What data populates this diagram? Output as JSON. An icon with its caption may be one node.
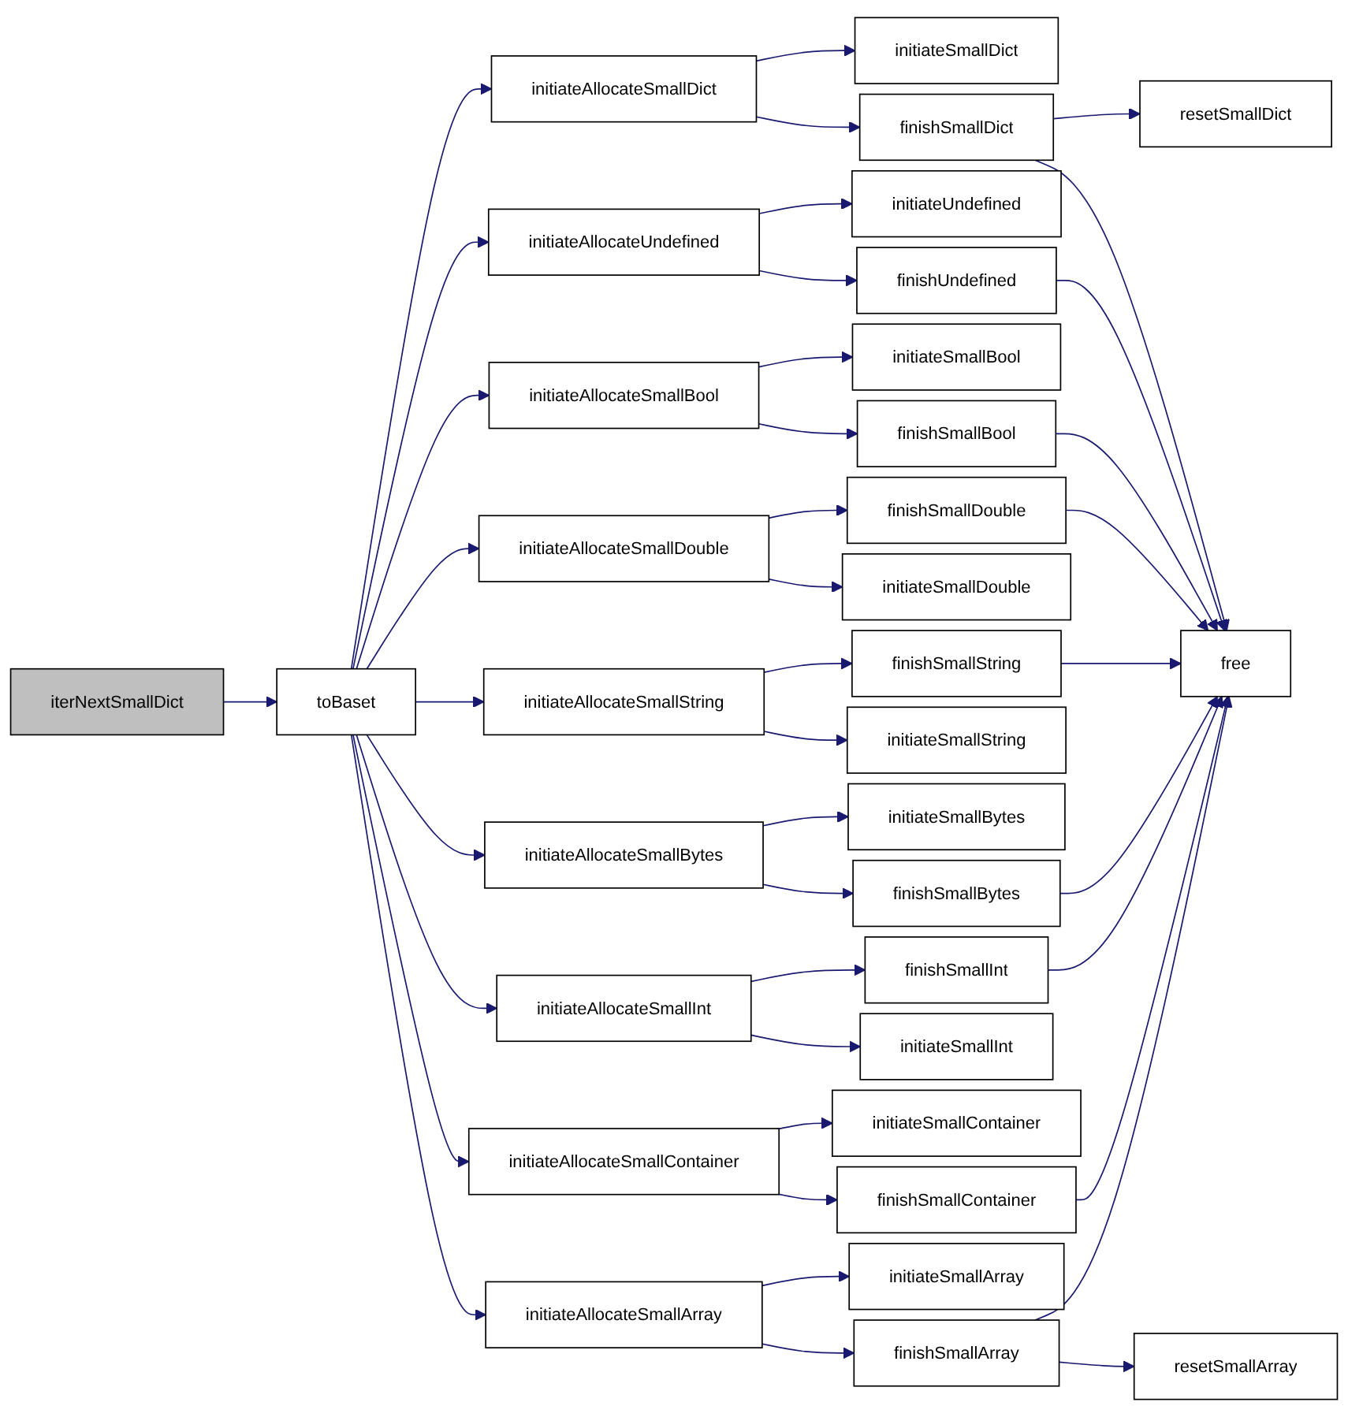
{
  "diagram": {
    "nodes": [
      {
        "text": [
          "iterNextSmallDict"
        ]
      },
      {
        "text": [
          "toBaset"
        ]
      },
      {
        "text": [
          "initiateAllocateSmallDict"
        ]
      },
      {
        "text": [
          "finishSmallDict"
        ]
      },
      {
        "text": [
          "resetSmallDict"
        ]
      },
      {
        "text": [
          "initiateSmallDict"
        ]
      },
      {
        "text": [
          "initiateAllocateUndefined"
        ]
      },
      {
        "text": [
          "initiateUndefined"
        ]
      },
      {
        "text": [
          "finishUndefined"
        ]
      },
      {
        "text": [
          "initiateAllocateSmallBool"
        ]
      },
      {
        "text": [
          "initiateSmallBool"
        ]
      },
      {
        "text": [
          "finishSmallBool"
        ]
      },
      {
        "text": [
          "initiateAllocateSmallDouble"
        ]
      },
      {
        "text": [
          "finishSmallDouble"
        ]
      },
      {
        "text": [
          "initiateSmallDouble"
        ]
      },
      {
        "text": [
          "initiateAllocateSmallString"
        ]
      },
      {
        "text": [
          "finishSmallString"
        ]
      },
      {
        "text": [
          "free"
        ]
      },
      {
        "text": [
          "initiateSmallString"
        ]
      },
      {
        "text": [
          "initiateAllocateSmallBytes"
        ]
      },
      {
        "text": [
          "initiateSmallBytes"
        ]
      },
      {
        "text": [
          "finishSmallBytes"
        ]
      },
      {
        "text": [
          "initiateAllocateSmallInt"
        ]
      },
      {
        "text": [
          "finishSmallInt"
        ]
      },
      {
        "text": [
          "initiateSmallInt"
        ]
      },
      {
        "text": [
          "initiateAllocateSmallContainer"
        ]
      },
      {
        "text": [
          "initiateSmallContainer"
        ]
      },
      {
        "text": [
          "finishSmallContainer"
        ]
      },
      {
        "text": [
          "initiateAllocateSmallArray"
        ]
      },
      {
        "text": [
          "initiateSmallArray"
        ]
      },
      {
        "text": [
          "finishSmallArray"
        ]
      },
      {
        "text": [
          "resetSmallArray"
        ]
      }
    ],
    "edges": [
      {
        "from": 0,
        "to": 1,
        "arrow": "to"
      },
      {
        "from": 1,
        "to": 2,
        "arrow": "to"
      },
      {
        "from": 1,
        "to": 6,
        "arrow": "to"
      },
      {
        "from": 1,
        "to": 9,
        "arrow": "to"
      },
      {
        "from": 1,
        "to": 12,
        "arrow": "to"
      },
      {
        "from": 1,
        "to": 15,
        "arrow": "to"
      },
      {
        "from": 1,
        "to": 19,
        "arrow": "to"
      },
      {
        "from": 1,
        "to": 22,
        "arrow": "to"
      },
      {
        "from": 1,
        "to": 25,
        "arrow": "to"
      },
      {
        "from": 1,
        "to": 28,
        "arrow": "to"
      },
      {
        "from": 2,
        "to": 3,
        "arrow": "to"
      },
      {
        "from": 2,
        "to": 5,
        "arrow": "to"
      },
      {
        "from": 3,
        "to": 4,
        "arrow": "to"
      },
      {
        "from": 3,
        "to": 17,
        "arrow": "to"
      },
      {
        "from": 6,
        "to": 7,
        "arrow": "to"
      },
      {
        "from": 6,
        "to": 8,
        "arrow": "to"
      },
      {
        "from": 8,
        "to": 17,
        "arrow": "to"
      },
      {
        "from": 9,
        "to": 10,
        "arrow": "to"
      },
      {
        "from": 9,
        "to": 11,
        "arrow": "to"
      },
      {
        "from": 11,
        "to": 17,
        "arrow": "to"
      },
      {
        "from": 12,
        "to": 13,
        "arrow": "to"
      },
      {
        "from": 12,
        "to": 14,
        "arrow": "to"
      },
      {
        "from": 13,
        "to": 17,
        "arrow": "to"
      },
      {
        "from": 15,
        "to": 16,
        "arrow": "to"
      },
      {
        "from": 15,
        "to": 18,
        "arrow": "to"
      },
      {
        "from": 16,
        "to": 17,
        "arrow": "to"
      },
      {
        "from": 19,
        "to": 20,
        "arrow": "to"
      },
      {
        "from": 19,
        "to": 21,
        "arrow": "to"
      },
      {
        "from": 21,
        "to": 17,
        "arrow": "to"
      },
      {
        "from": 22,
        "to": 23,
        "arrow": "to"
      },
      {
        "from": 22,
        "to": 24,
        "arrow": "to"
      },
      {
        "from": 23,
        "to": 17,
        "arrow": "to"
      },
      {
        "from": 25,
        "to": 26,
        "arrow": "to"
      },
      {
        "from": 25,
        "to": 27,
        "arrow": "to"
      },
      {
        "from": 27,
        "to": 17,
        "arrow": "to"
      },
      {
        "from": 28,
        "to": 29,
        "arrow": "to"
      },
      {
        "from": 28,
        "to": 30,
        "arrow": "to"
      },
      {
        "from": 30,
        "to": 17,
        "arrow": "to"
      },
      {
        "from": 30,
        "to": 31,
        "arrow": "to"
      }
    ]
  }
}
